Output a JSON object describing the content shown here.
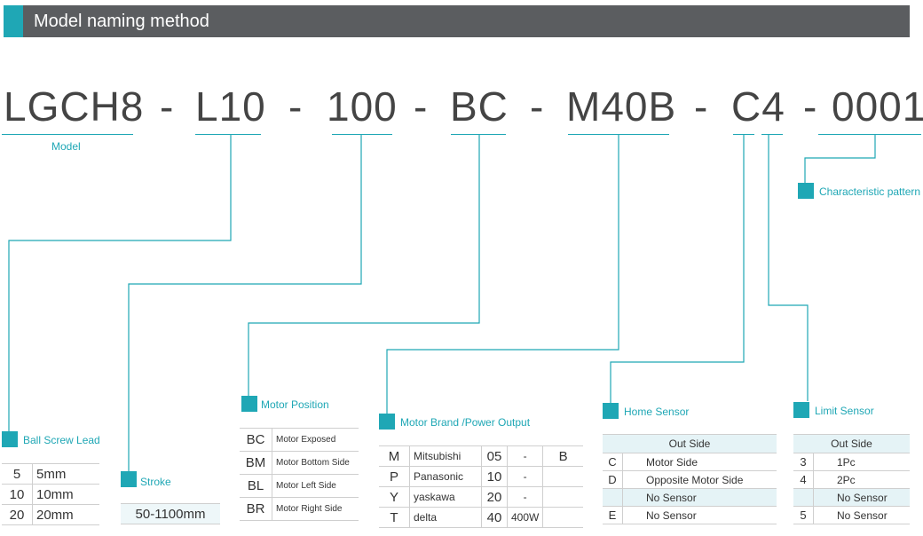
{
  "header": {
    "title": "Model naming method"
  },
  "code": {
    "segments": [
      "LGCH8",
      "L10",
      "100",
      "BC",
      "M40B",
      "C4",
      "0001"
    ],
    "dash": "-"
  },
  "model_label": "Model",
  "characteristic": {
    "label": "Characteristic pattern"
  },
  "ball_screw": {
    "label": "Ball Screw Lead",
    "rows": [
      [
        "5",
        "5mm"
      ],
      [
        "10",
        "10mm"
      ],
      [
        "20",
        "20mm"
      ]
    ]
  },
  "stroke": {
    "label": "Stroke",
    "value": "50-1100mm"
  },
  "motor_position": {
    "label": "Motor Position",
    "rows": [
      [
        "BC",
        "Motor Exposed"
      ],
      [
        "BM",
        "Motor Bottom Side"
      ],
      [
        "BL",
        "Motor Left Side"
      ],
      [
        "BR",
        "Motor Right Side"
      ]
    ]
  },
  "motor_brand": {
    "label": "Motor Brand /Power Output",
    "rows": [
      [
        "M",
        "Mitsubishi",
        "05",
        "-",
        "B"
      ],
      [
        "P",
        "Panasonic",
        "10",
        "-",
        ""
      ],
      [
        "Y",
        "yaskawa",
        "20",
        "-",
        ""
      ],
      [
        "T",
        "delta",
        "40",
        "400W",
        ""
      ]
    ]
  },
  "home_sensor": {
    "label": "Home Sensor",
    "header": "Out Side",
    "rows": [
      [
        "C",
        "Motor Side"
      ],
      [
        "D",
        "Opposite Motor Side"
      ],
      [
        "",
        "No Sensor"
      ],
      [
        "E",
        "No Sensor"
      ]
    ]
  },
  "limit_sensor": {
    "label": "Limit Sensor",
    "header": "Out Side",
    "rows": [
      [
        "3",
        "1Pc"
      ],
      [
        "4",
        "2Pc"
      ],
      [
        "",
        "No Sensor"
      ],
      [
        "5",
        "No Sensor"
      ]
    ]
  },
  "colors": {
    "accent": "#1fa7b5",
    "header_bg": "#5b5d60"
  }
}
